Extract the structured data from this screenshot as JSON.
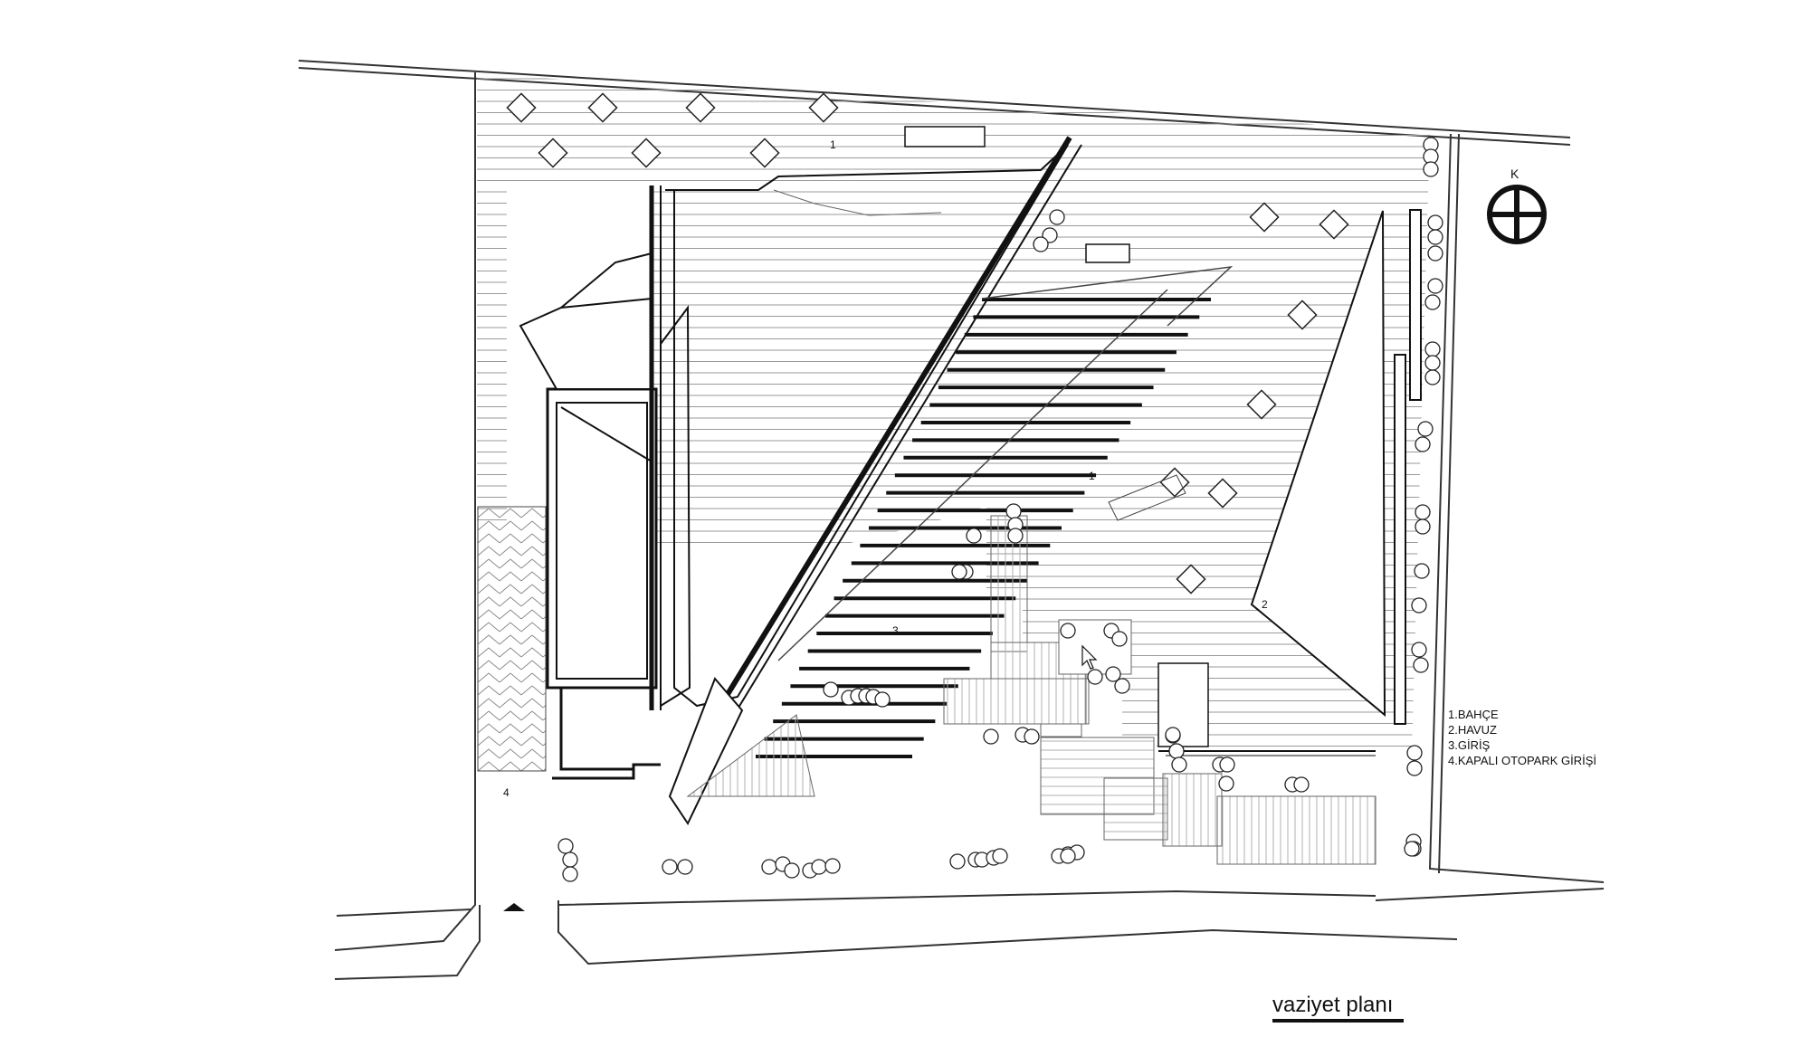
{
  "drawing": {
    "north_label": "K",
    "zone_labels": {
      "garden_top": "1",
      "garden_center": "1",
      "pool": "2",
      "entrance": "3",
      "parking": "4"
    },
    "legend": [
      "1.BAHÇE",
      "2.HAVUZ",
      "3.GİRİŞ",
      "4.KAPALI OTOPARK GİRİŞİ"
    ],
    "caption": "vaziyet planı"
  },
  "icons": [
    "north-arrow-icon",
    "entrance-triangle-icon",
    "mouse-cursor-icon",
    "tree-symbol-icon"
  ]
}
